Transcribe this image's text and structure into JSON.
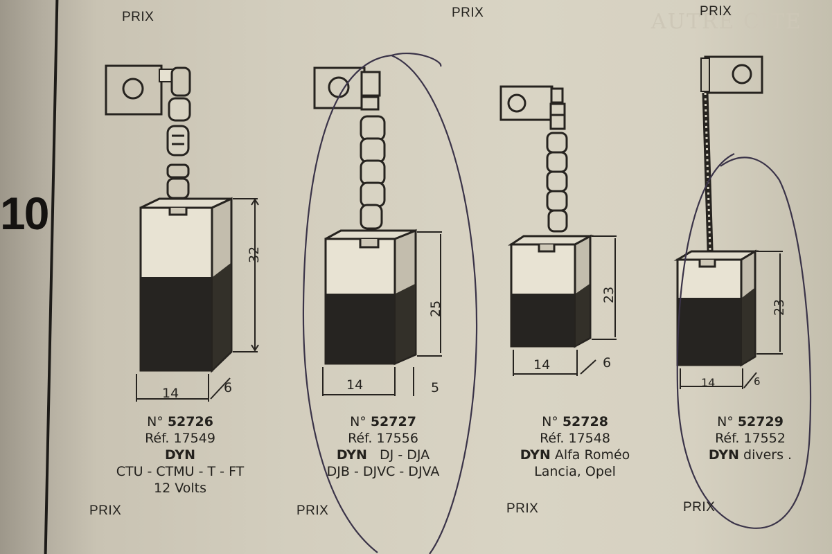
{
  "page": {
    "number": "10",
    "ghost_text": "AUTRE CITE"
  },
  "prix_label": "PRIX",
  "items": [
    {
      "number_prefix": "N°",
      "number": "52726",
      "ref": "Réf. 17549",
      "brand": "DYN",
      "models": [
        "CTU - CTMU - T - FT",
        "12 Volts"
      ],
      "dims": {
        "height": "32",
        "width": "14",
        "depth": "6"
      }
    },
    {
      "number_prefix": "N°",
      "number": "52727",
      "ref": "Réf. 17556",
      "brand": "DYN",
      "models": [
        "DJ - DJA",
        "DJB - DJVC - DJVA"
      ],
      "dims": {
        "height": "25",
        "width": "14",
        "depth": "5"
      }
    },
    {
      "number_prefix": "N°",
      "number": "52728",
      "ref": "Réf. 17548",
      "brand": "DYN",
      "models": [
        "Alfa Roméo",
        "Lancia, Opel"
      ],
      "dims": {
        "height": "23",
        "width": "14",
        "depth": "6"
      }
    },
    {
      "number_prefix": "N°",
      "number": "52729",
      "ref": "Réf. 17552",
      "brand": "DYN",
      "models": [
        "divers ."
      ],
      "dims": {
        "height": "23",
        "width": "14",
        "depth": "6"
      }
    }
  ]
}
